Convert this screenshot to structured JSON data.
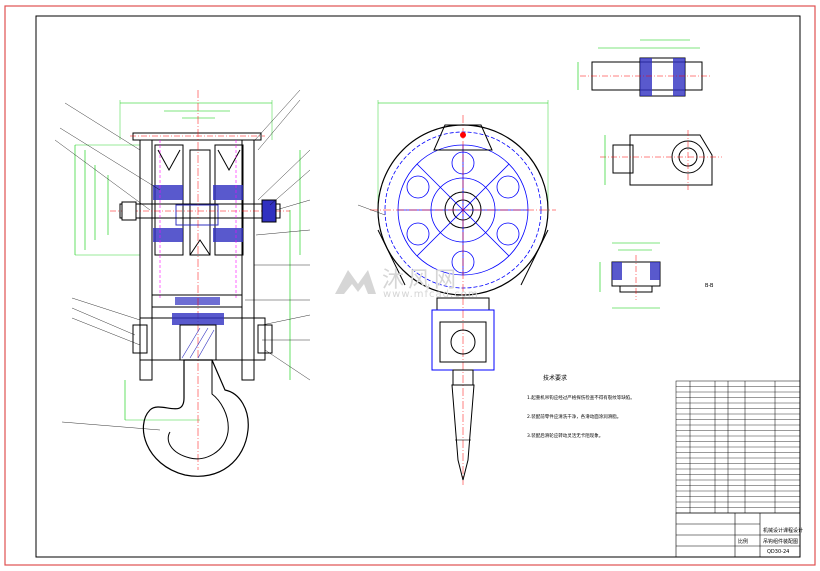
{
  "sheet": {
    "frame_color": "#e05050",
    "line_color": "#000000",
    "dim_color": "#00cc00",
    "center_color": "#ff0000",
    "hidden_color": "#0000ff",
    "hatch_color": "#3030c0"
  },
  "watermark": {
    "text": "沐风网",
    "url": "www.mfcad.com",
    "color": "#d6d6d6"
  },
  "notes": {
    "title": "技术要求",
    "items": [
      "1.起重机吊钩应经过严格探伤检查不得有裂纹等缺陷。",
      "2.装配前零件应清洗干净，各滑动面涂润滑脂。",
      "3.装配后滑轮应转动灵活无卡阻现象。"
    ]
  },
  "titleblock": {
    "title": "吊钩组件装配图",
    "drawing_no": "QD30-24",
    "school": "机械设计课程设计",
    "scale_label": "比例"
  },
  "section_label": "B-B",
  "icons": {
    "logo": "mfcad-logo-icon"
  }
}
